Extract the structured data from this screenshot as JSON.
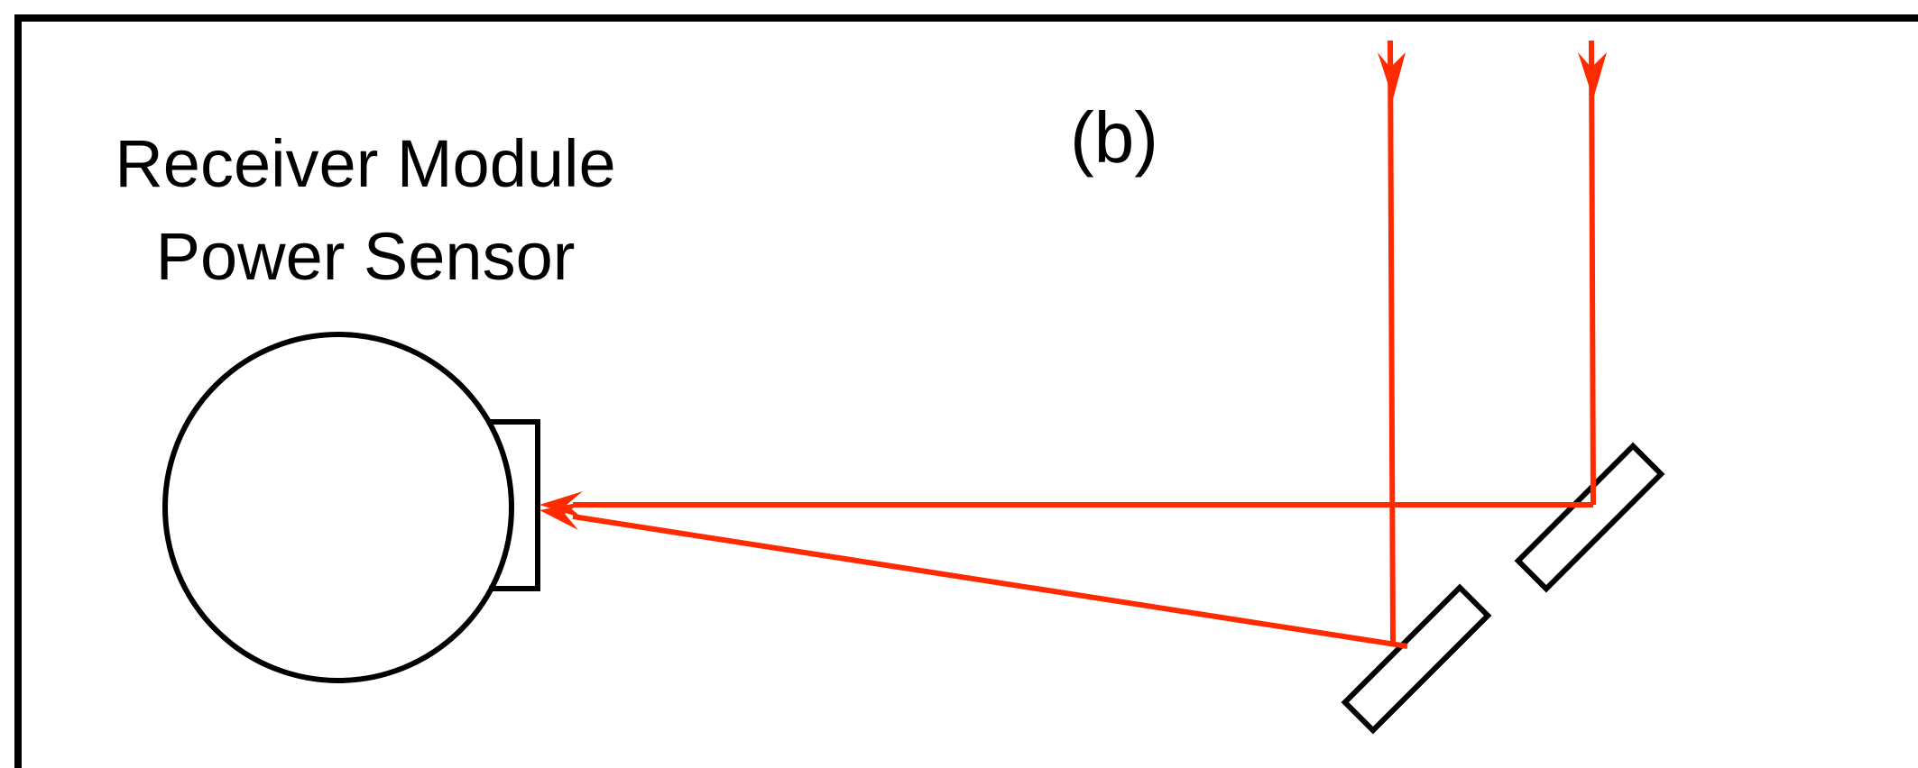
{
  "panel_label": "(b)",
  "module_label": {
    "line1": "Receiver Module",
    "line2": "Power Sensor"
  },
  "colors": {
    "beam": "#ff2a00",
    "outline": "#000000",
    "background": "#ffffff"
  }
}
